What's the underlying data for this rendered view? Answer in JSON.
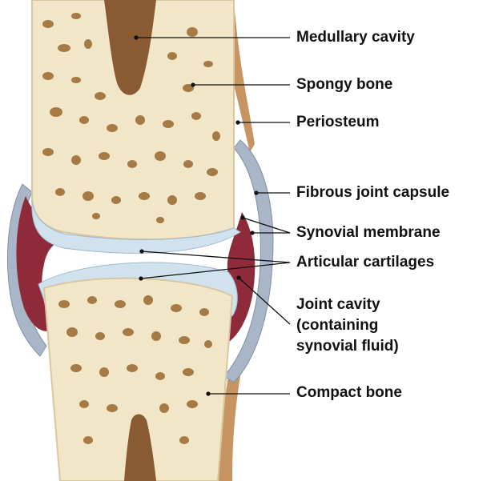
{
  "labels": {
    "medullary_cavity": "Medullary cavity",
    "spongy_bone": "Spongy bone",
    "periosteum": "Periosteum",
    "fibrous_joint_capsule": "Fibrous joint capsule",
    "synovial_membrane": "Synovial membrane",
    "articular_cartilages": "Articular cartilages",
    "joint_cavity_line1": "Joint cavity",
    "joint_cavity_line2": "(containing",
    "joint_cavity_line3": "synovial fluid)",
    "compact_bone": "Compact bone"
  },
  "colors": {
    "bone_fill": "#f2e6c8",
    "pore": "#a57a45",
    "marrow": "#8a5a32",
    "periosteum": "#c79562",
    "capsule": "#a8b6c8",
    "synovial_membrane": "#8e2a3a",
    "cartilage": "#cfe2ee",
    "leader_line": "#111111"
  }
}
